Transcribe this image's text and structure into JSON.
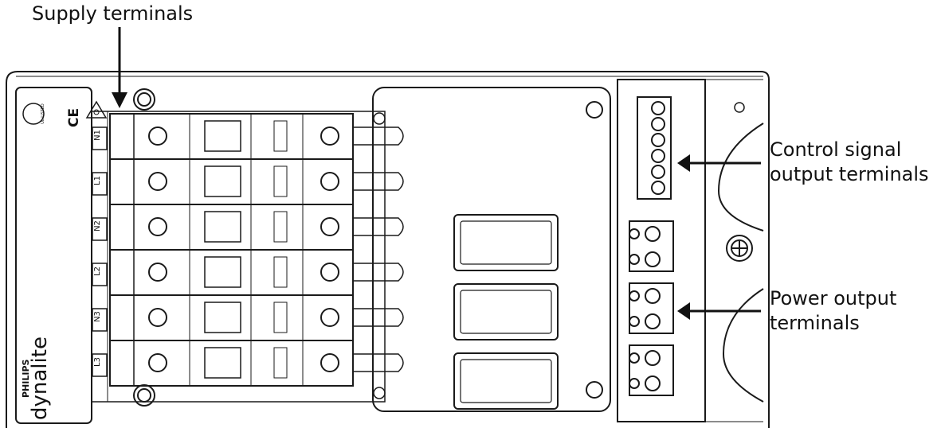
{
  "callouts": {
    "supply": "Supply terminals",
    "control_line1": "Control signal",
    "control_line2": "output terminals",
    "power_line1": "Power output",
    "power_line2": "terminals"
  },
  "terminal_labels": [
    "N1",
    "L1",
    "N2",
    "L2",
    "N3",
    "L3"
  ],
  "label_plate": {
    "brand": "PHILIPS",
    "logo": "dynalite",
    "ul_mark": "UL LISTED",
    "ce_mark": "CE"
  },
  "colors": {
    "line": "#1a1a1a",
    "fill": "#ffffff",
    "text": "#111111"
  }
}
